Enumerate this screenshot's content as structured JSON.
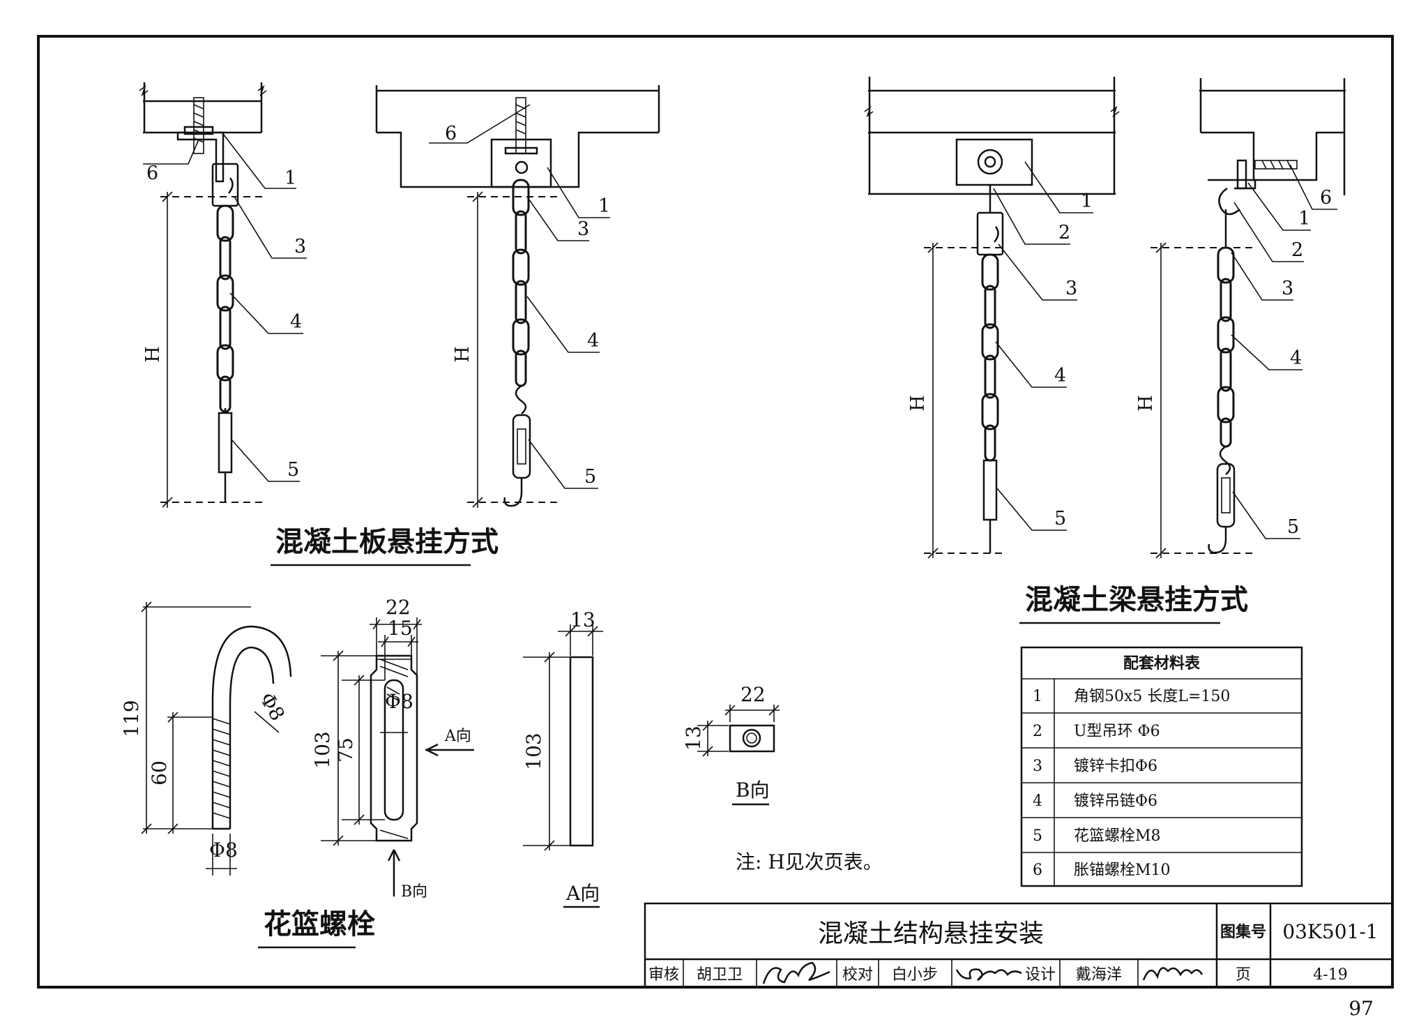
{
  "sheet_titles": {
    "slab": "混凝土板悬挂方式",
    "beam": "混凝土梁悬挂方式",
    "turnbuckle": "花篮螺栓"
  },
  "dimension_label_H": "H",
  "callouts": [
    "1",
    "2",
    "3",
    "4",
    "5",
    "6"
  ],
  "details": {
    "hook": {
      "d119": "119",
      "d60": "60",
      "phi_top": "Φ8",
      "phi_bottom": "Φ8"
    },
    "body": {
      "d22": "22",
      "d15": "15",
      "d103": "103",
      "d75": "75",
      "phi": "Φ8",
      "a_dir": "A向",
      "b_dir": "B向"
    },
    "side": {
      "d13": "13",
      "d103": "103",
      "label": "A向"
    },
    "nut": {
      "d22": "22",
      "d13": "13",
      "label": "B向"
    }
  },
  "note": "注: H见次页表。",
  "material_table": {
    "title": "配套材料表",
    "rows": [
      {
        "no": "1",
        "item": "角钢50x5    长度L=150"
      },
      {
        "no": "2",
        "item": "U型吊环 Φ6"
      },
      {
        "no": "3",
        "item": "镀锌卡扣Φ6"
      },
      {
        "no": "4",
        "item": "镀锌吊链Φ6"
      },
      {
        "no": "5",
        "item": "花篮螺栓M8"
      },
      {
        "no": "6",
        "item": "胀锚螺栓M10"
      }
    ]
  },
  "title_block": {
    "title": "混凝土结构悬挂安装",
    "atlas_label": "图集号",
    "atlas_no": "03K501-1",
    "review_label": "审核",
    "review_name": "胡卫卫",
    "check_label": "校对",
    "check_name": "白小步",
    "design_label": "设计",
    "design_name": "戴海洋",
    "page_label": "页",
    "page_no": "4-19"
  },
  "page_number": "97"
}
